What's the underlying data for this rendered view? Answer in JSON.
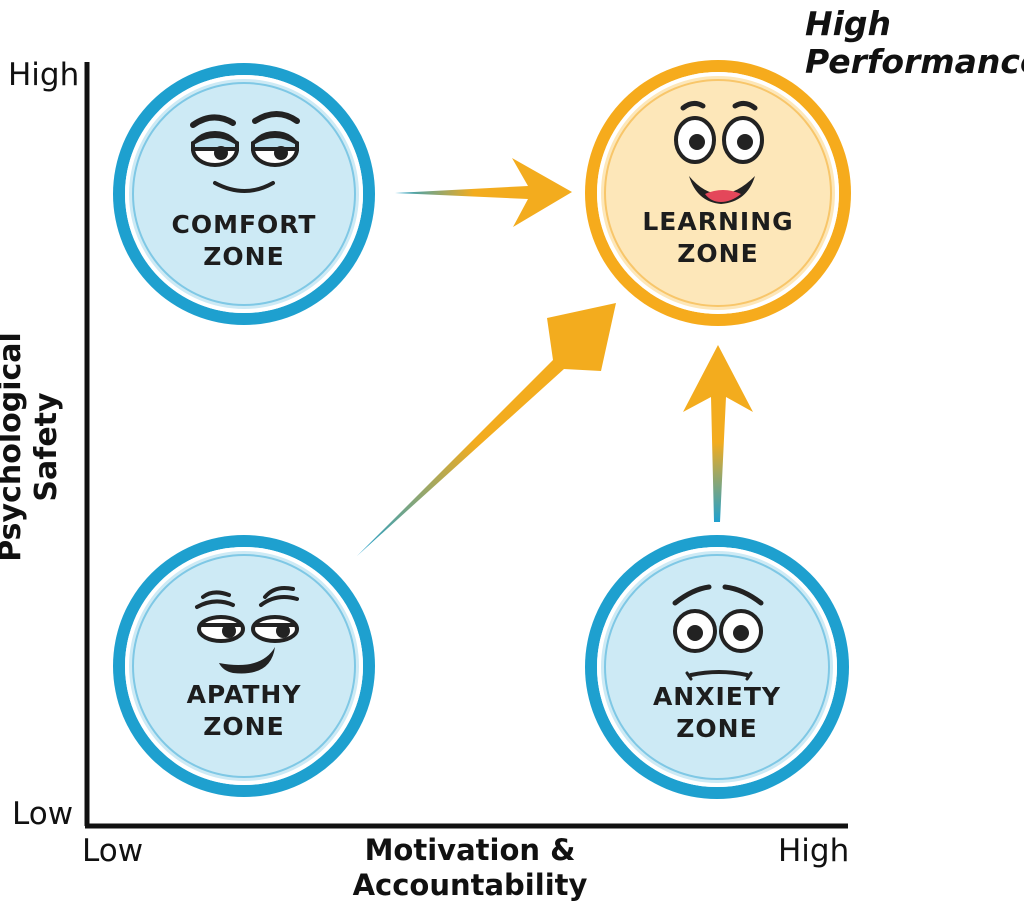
{
  "title": "High Performance",
  "axes": {
    "y": {
      "label_line1": "Psychological",
      "label_line2": "Safety",
      "high": "High",
      "low": "Low"
    },
    "x": {
      "label_line1": "Motivation &",
      "label_line2": "Accountability",
      "low": "Low",
      "high": "High"
    }
  },
  "zones": {
    "comfort": {
      "line1": "COMFORT",
      "line2": "ZONE",
      "face": "content-face-icon"
    },
    "learning": {
      "line1": "LEARNING",
      "line2": "ZONE",
      "face": "happy-face-icon"
    },
    "apathy": {
      "line1": "APATHY",
      "line2": "ZONE",
      "face": "smirk-face-icon"
    },
    "anxiety": {
      "line1": "ANXIETY",
      "line2": "ZONE",
      "face": "worried-face-icon"
    }
  },
  "colors": {
    "blue_ring": "#1ea0cf",
    "blue_fill": "#cdeaf5",
    "orange_ring": "#f6ab1c",
    "orange_fill": "#fde7b9",
    "arrow": "#f3ac1e"
  }
}
